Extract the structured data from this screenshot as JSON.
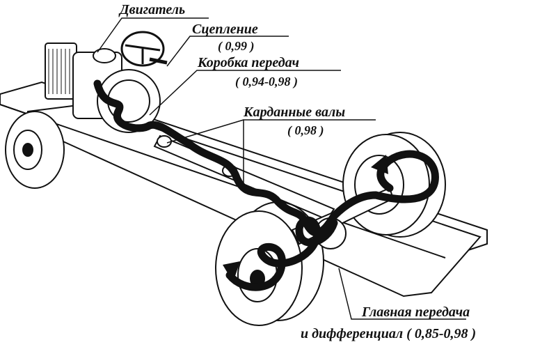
{
  "labels": {
    "engine": "Двигатель",
    "clutch": "Сцепление",
    "clutch_eff": "( 0,99 )",
    "gearbox": "Коробка передач",
    "gearbox_eff": "( 0,94-0,98 )",
    "driveshafts": "Карданные валы",
    "driveshafts_eff": "( 0,98 )",
    "final_drive": "Главная передача",
    "differential": "и дифференциал ( 0,85-0,98 )"
  },
  "colors": {
    "ink": "#111111",
    "paper": "#ffffff"
  }
}
